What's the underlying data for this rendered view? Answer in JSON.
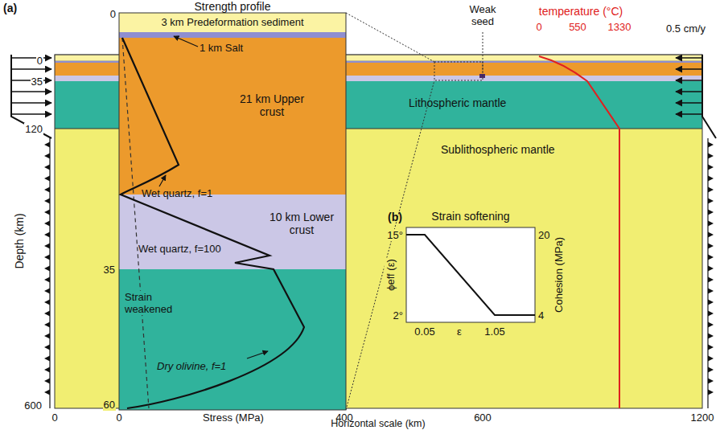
{
  "diagram": {
    "nodes": [
      {
        "text": [
          "Lithospheric mantle"
        ]
      },
      {
        "text": [
          "Sublithospheric mantle"
        ]
      },
      {
        "text": [
          "Strength profile"
        ]
      },
      {
        "text": [
          "3 km Predeformation sediment"
        ],
        "in": 2
      },
      {
        "text": [
          "1 km Salt"
        ],
        "in": 2
      },
      {
        "text": [
          "21 km Upper crust"
        ],
        "in": 2
      },
      {
        "text": [
          "10 km Lower crust"
        ],
        "in": 2
      },
      {
        "text": [
          "Strain softening"
        ]
      }
    ],
    "labels": [
      "(a)",
      "Weak seed",
      "temperature (°C)",
      "0",
      "550",
      "1330",
      "0.5 cm/y",
      "0",
      "35",
      "120",
      "600",
      "Depth (km)",
      "0",
      "600",
      "1200",
      "Horizontal scale (km)",
      "0",
      "35",
      "60",
      "0",
      "Stress (MPa)",
      "400",
      "Wet quartz, f=1",
      "Wet quartz, f=100",
      "Strain weakened",
      "Dry olivine, f=1",
      "(b)",
      "15°",
      "2°",
      "ϕeff (ε)",
      "20",
      "4",
      "Cohesion (MPa)",
      "0.05",
      "ε",
      "1.05"
    ]
  }
}
